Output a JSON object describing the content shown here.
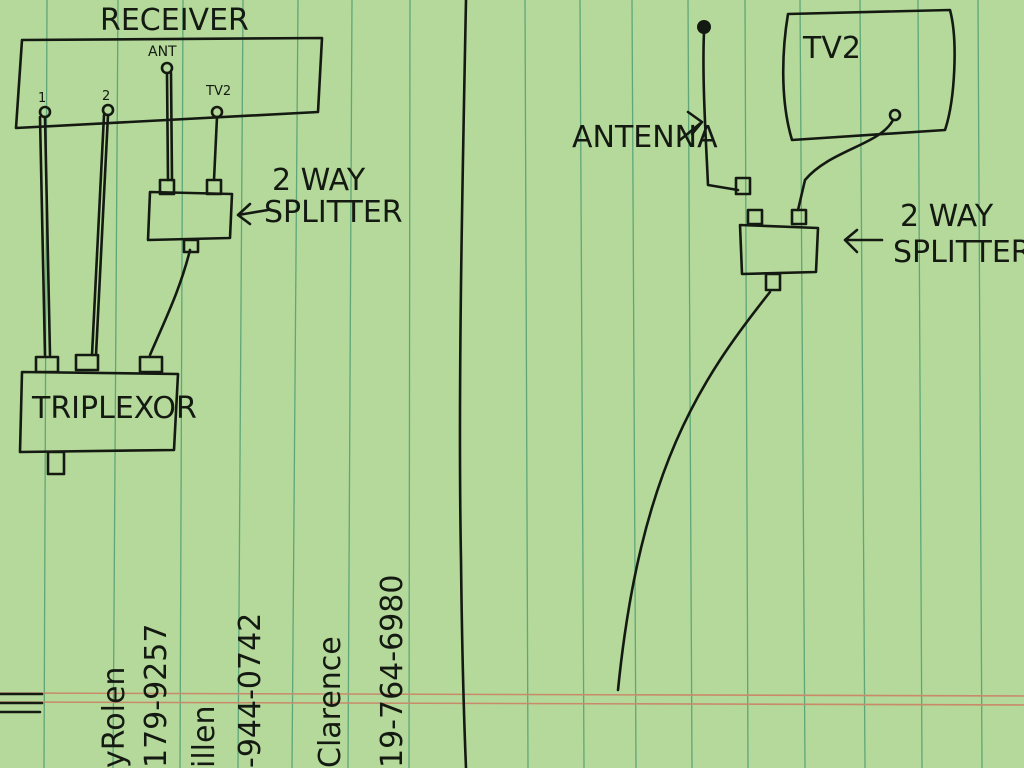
{
  "left_diagram": {
    "receiver_label": "RECEIVER",
    "ports": {
      "port1": "1",
      "port2": "2",
      "ant": "ANT",
      "tv2": "TV2"
    },
    "splitter_label_line1": "2 WAY",
    "splitter_label_line2": "SPLITTER",
    "triplexor_label": "TRIPLEXOR"
  },
  "right_diagram": {
    "tv_label": "TV2",
    "antenna_label": "ANTENNA",
    "splitter_label_line1": "2 WAY",
    "splitter_label_line2": "SPLITTER"
  },
  "handwritten_notes": [
    {
      "name": "yRolen",
      "phone": "179-9257"
    },
    {
      "name": "illen",
      "phone": "-944-0742"
    },
    {
      "name": "Clarence",
      "phone": "19-764-6980"
    }
  ],
  "colors": {
    "paper": "#b4d99a",
    "rule": "#3f8f6a",
    "margin": "#c98a6a",
    "ink": "#141a12"
  }
}
